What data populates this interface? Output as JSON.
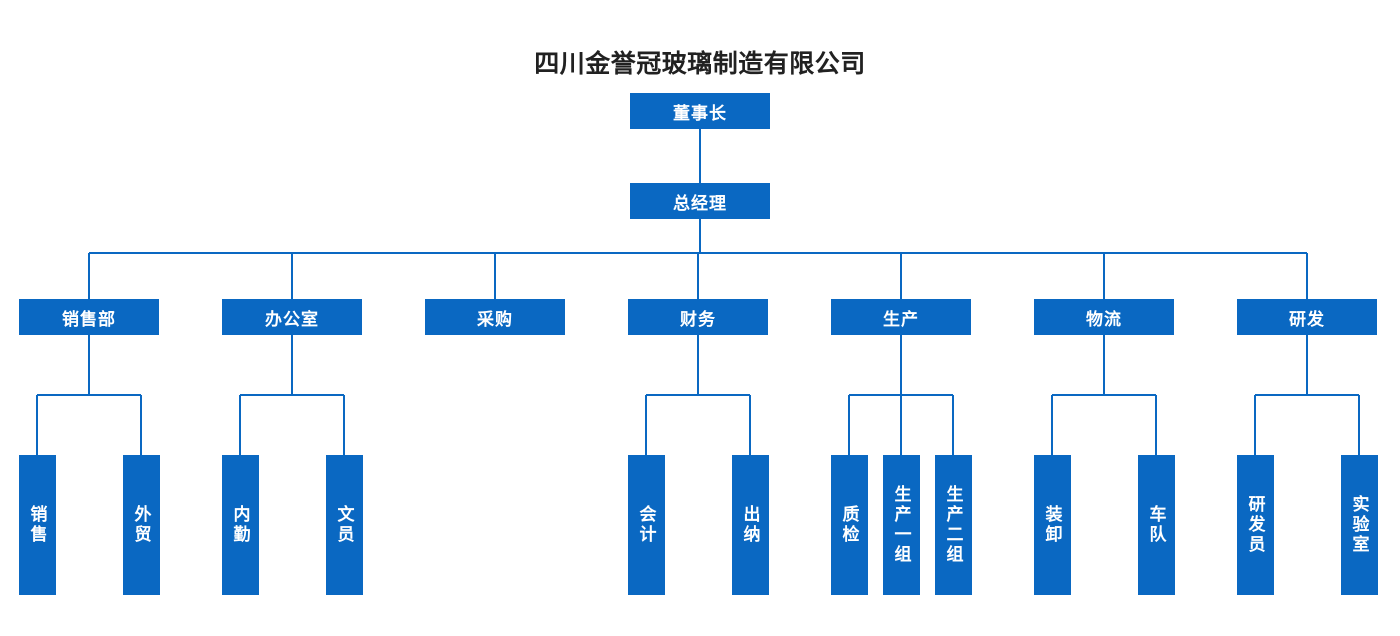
{
  "title": "四川金誉冠玻璃制造有限公司",
  "colors": {
    "node_fill": "#0a68c2",
    "line": "#0a68c2",
    "node_text": "#ffffff",
    "title_text": "#212121"
  },
  "org": {
    "id": "chairman",
    "label": "董事长",
    "children": [
      {
        "id": "general-manager",
        "label": "总经理",
        "children": [
          {
            "id": "dept-sales",
            "label": "销售部",
            "children": [
              {
                "id": "sales",
                "label": "销售"
              },
              {
                "id": "foreign-trade",
                "label": "外贸"
              }
            ]
          },
          {
            "id": "dept-office",
            "label": "办公室",
            "children": [
              {
                "id": "internal-affairs",
                "label": "内勤"
              },
              {
                "id": "clerk",
                "label": "文员"
              }
            ]
          },
          {
            "id": "dept-purchasing",
            "label": "采购",
            "children": []
          },
          {
            "id": "dept-finance",
            "label": "财务",
            "children": [
              {
                "id": "accounting",
                "label": "会计"
              },
              {
                "id": "cashier",
                "label": "出纳"
              }
            ]
          },
          {
            "id": "dept-production",
            "label": "生产",
            "children": [
              {
                "id": "quality-inspection",
                "label": "质检"
              },
              {
                "id": "production-group-1",
                "label": "生产一组"
              },
              {
                "id": "production-group-2",
                "label": "生产二组"
              }
            ]
          },
          {
            "id": "dept-logistics",
            "label": "物流",
            "children": [
              {
                "id": "loading-unloading",
                "label": "装卸"
              },
              {
                "id": "fleet",
                "label": "车队"
              }
            ]
          },
          {
            "id": "dept-rnd",
            "label": "研发",
            "children": [
              {
                "id": "rnd-staff",
                "label": "研发员"
              },
              {
                "id": "laboratory",
                "label": "实验室"
              }
            ]
          }
        ]
      }
    ]
  }
}
